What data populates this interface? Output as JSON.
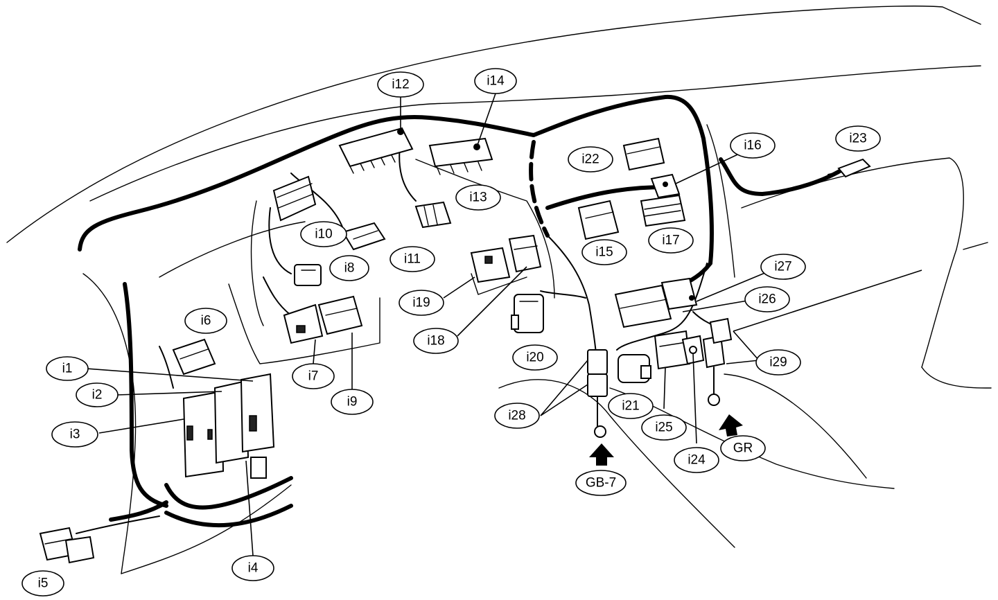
{
  "labels": {
    "i1": "i1",
    "i2": "i2",
    "i3": "i3",
    "i4": "i4",
    "i5": "i5",
    "i6": "i6",
    "i7": "i7",
    "i8": "i8",
    "i9": "i9",
    "i10": "i10",
    "i11": "i11",
    "i12": "i12",
    "i13": "i13",
    "i14": "i14",
    "i15": "i15",
    "i16": "i16",
    "i17": "i17",
    "i18": "i18",
    "i19": "i19",
    "i20": "i20",
    "i21": "i21",
    "i22": "i22",
    "i23": "i23",
    "i24": "i24",
    "i25": "i25",
    "i26": "i26",
    "i27": "i27",
    "i28": "i28",
    "i29": "i29",
    "gb7": "GB-7",
    "gr": "GR"
  }
}
